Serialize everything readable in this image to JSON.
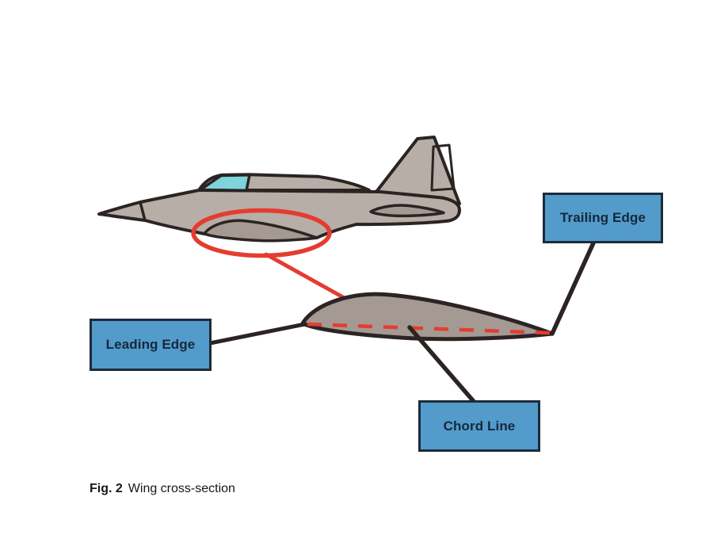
{
  "caption": {
    "label": "Fig. 2",
    "text": "Wing cross-section"
  },
  "callouts": [
    {
      "id": "trailing-edge",
      "label": "Trailing Edge"
    },
    {
      "id": "leading-edge",
      "label": "Leading Edge"
    },
    {
      "id": "chord-line",
      "label": "Chord Line"
    }
  ],
  "colors": {
    "background": "#ffffff",
    "callout_fill": "#539bca",
    "callout_border": "#1c2b39",
    "callout_text": "#15283c",
    "outline_dark": "#2b2422",
    "fuselage_gray": "#b7aea8",
    "wing_gray": "#a49a93",
    "canopy_cyan": "#7fd3da",
    "highlight_red": "#e53c30"
  },
  "diagram": {
    "subject": "Airplane wing cross-section (airfoil) with labeled leading edge, trailing edge and chord line"
  }
}
